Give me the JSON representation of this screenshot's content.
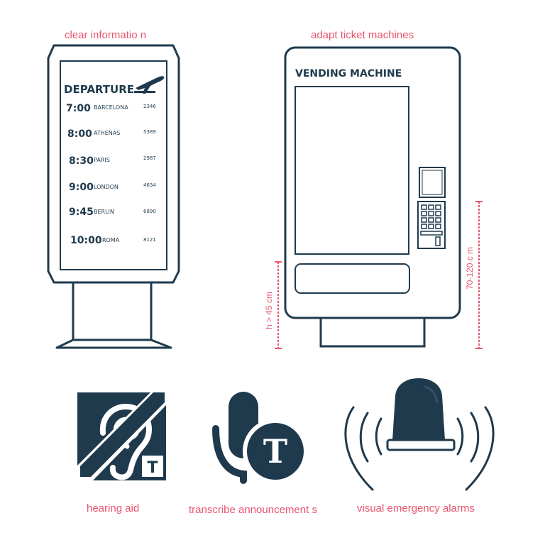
{
  "colors": {
    "ink": "#1f3a4d",
    "accent": "#e8556e",
    "background": "#ffffff"
  },
  "departure_board": {
    "caption": "clear informatio n",
    "title": "DEPARTURE",
    "icon": "airplane-takeoff-icon",
    "rows": [
      {
        "time": "7:00",
        "city": "BARCELONA",
        "code": "2346"
      },
      {
        "time": "8:00",
        "city": "ATHENAS",
        "code": "5389"
      },
      {
        "time": "8:30",
        "city": "PARIS",
        "code": "2987"
      },
      {
        "time": "9:00",
        "city": "LONDON",
        "code": "4634"
      },
      {
        "time": "9:45",
        "city": "BERLIN",
        "code": "6890"
      },
      {
        "time": "10:00",
        "city": "ROMA",
        "code": "8121"
      }
    ]
  },
  "vending_machine": {
    "caption": "adapt ticket machines",
    "title": "VENDING MACHINE",
    "dimension_height_min": "h > 45 cm",
    "dimension_height_range": "70-120 c m"
  },
  "icons": [
    {
      "name": "hearing-aid-icon",
      "caption": "hearing aid",
      "badge": "T"
    },
    {
      "name": "transcribe-icon",
      "caption": "transcribe announcement s",
      "badge": "T"
    },
    {
      "name": "emergency-alarm-icon",
      "caption": "visual emergency alarms"
    }
  ]
}
